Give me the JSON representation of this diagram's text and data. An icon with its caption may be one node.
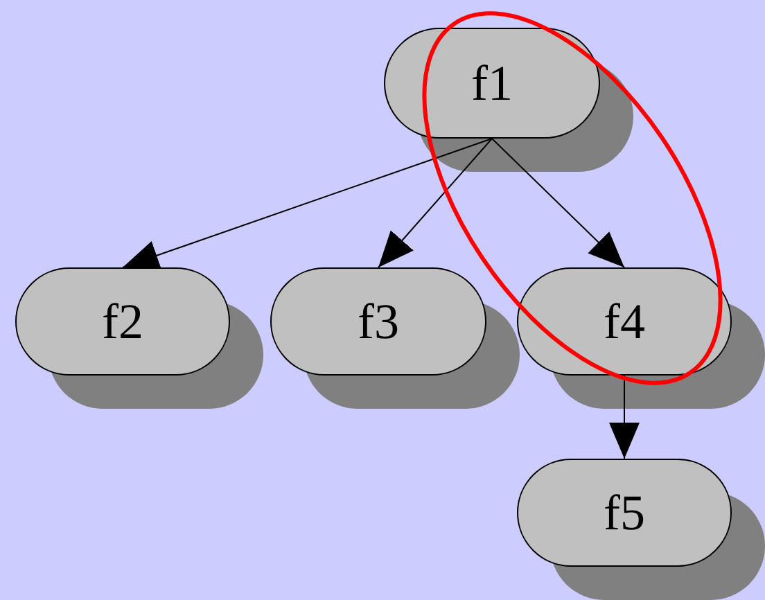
{
  "diagram": {
    "nodes": [
      {
        "text": [
          "f1"
        ]
      },
      {
        "text": [
          "f2"
        ]
      },
      {
        "text": [
          "f3"
        ]
      },
      {
        "text": [
          "f4"
        ]
      },
      {
        "text": [
          "f5"
        ]
      }
    ],
    "edges": [
      {
        "from": 0,
        "to": 1,
        "arrow": "to"
      },
      {
        "from": 0,
        "to": 2,
        "arrow": "to"
      },
      {
        "from": 0,
        "to": 3,
        "arrow": "to"
      },
      {
        "from": 3,
        "to": 4,
        "arrow": "to"
      }
    ]
  }
}
